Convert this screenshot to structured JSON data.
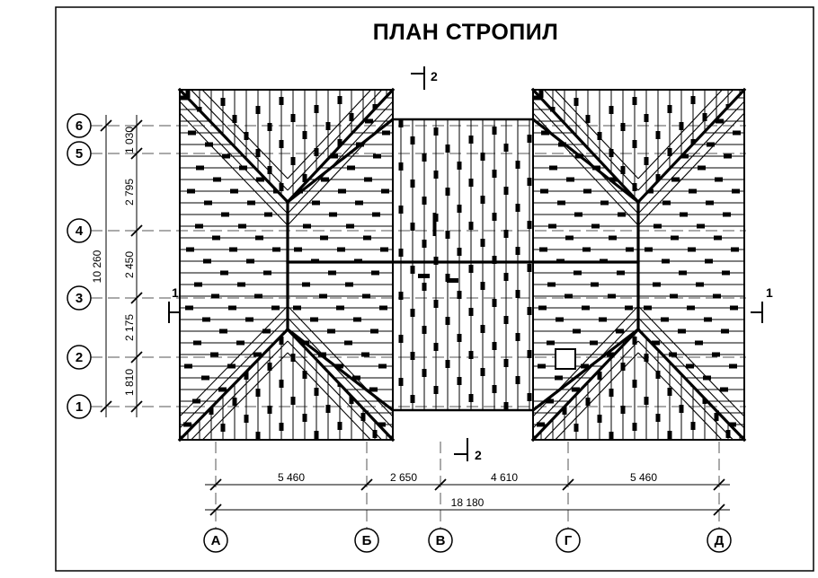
{
  "title": "ПЛАН СТРОПИЛ",
  "axis_rows": [
    "6",
    "5",
    "4",
    "3",
    "2",
    "1"
  ],
  "axis_cols": [
    "А",
    "Б",
    "В",
    "Г",
    "Д"
  ],
  "dims_left": [
    "1 030",
    "2 795",
    "2 450",
    "2 175",
    "1 810"
  ],
  "dims_left_total": "10 260",
  "dims_bottom": [
    "5 460",
    "2 650",
    "4 610",
    "5 460"
  ],
  "dims_bottom_total": "18 180",
  "sections": {
    "one": "1",
    "two": "2"
  },
  "colors": {
    "ink": "#000000",
    "grid": "#555555",
    "paper": "#ffffff"
  }
}
